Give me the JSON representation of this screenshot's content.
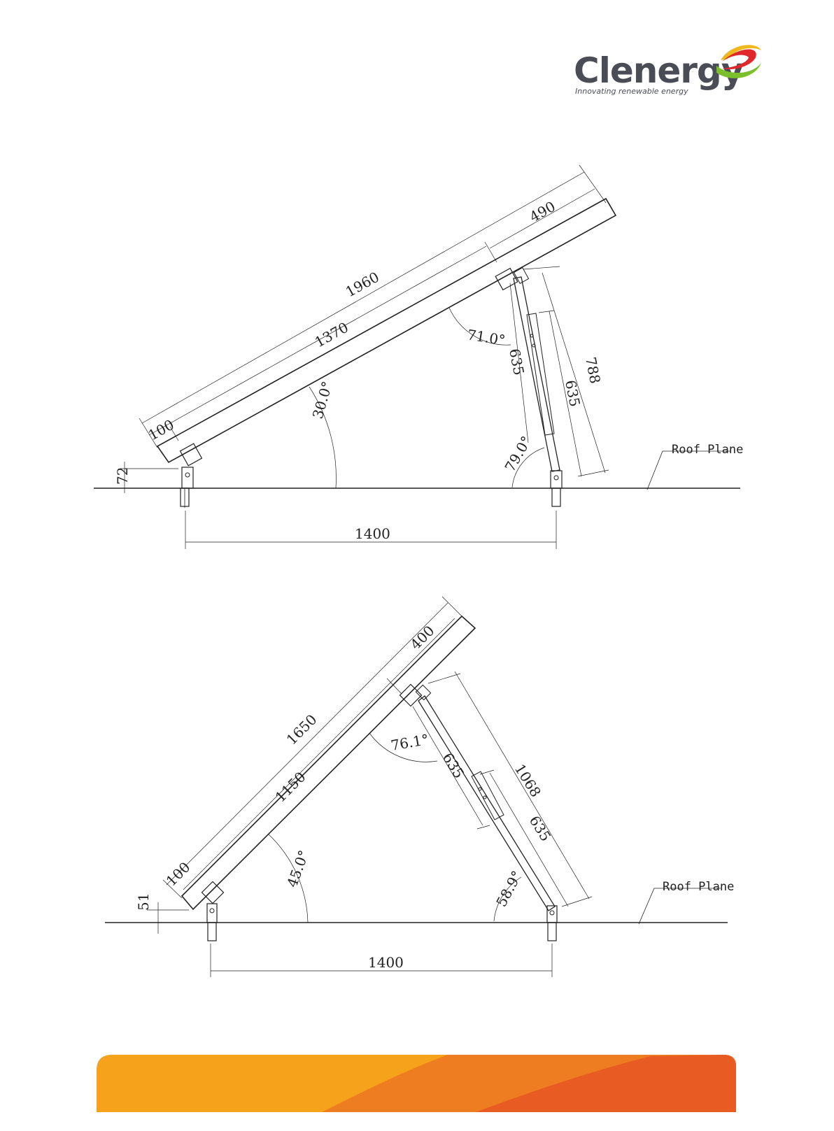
{
  "brand": {
    "name": "Clenergy",
    "tagline": "Innovating renewable energy",
    "colors": {
      "text": "#4a4d55",
      "swirl_green": "#7bbf2a",
      "swirl_red": "#e0282c",
      "swirl_yellow": "#f0b81b"
    }
  },
  "diagram_top": {
    "tilt_angle": "30.0°",
    "panel_length": "1960",
    "panel_offset": "1370",
    "top_overhang": "490",
    "bottom_overhang": "100",
    "front_height": "72",
    "strut_angle": "71.0°",
    "ground_angle": "79.0°",
    "strut_upper": "635",
    "strut_lower": "635",
    "strut_total": "788",
    "base_width": "1400",
    "roof_label": "Roof Plane"
  },
  "diagram_bottom": {
    "tilt_angle": "45.0°",
    "panel_length": "1650",
    "panel_offset": "1150",
    "top_overhang": "400",
    "bottom_overhang": "100",
    "front_height": "51",
    "strut_angle": "76.1°",
    "ground_angle": "58.9°",
    "strut_upper": "635",
    "strut_lower": "635",
    "strut_total": "1068",
    "base_width": "1400",
    "roof_label": "Roof Plane"
  },
  "footer": {
    "colors": [
      "#f7a21b",
      "#ee7d22",
      "#e85c24"
    ]
  }
}
